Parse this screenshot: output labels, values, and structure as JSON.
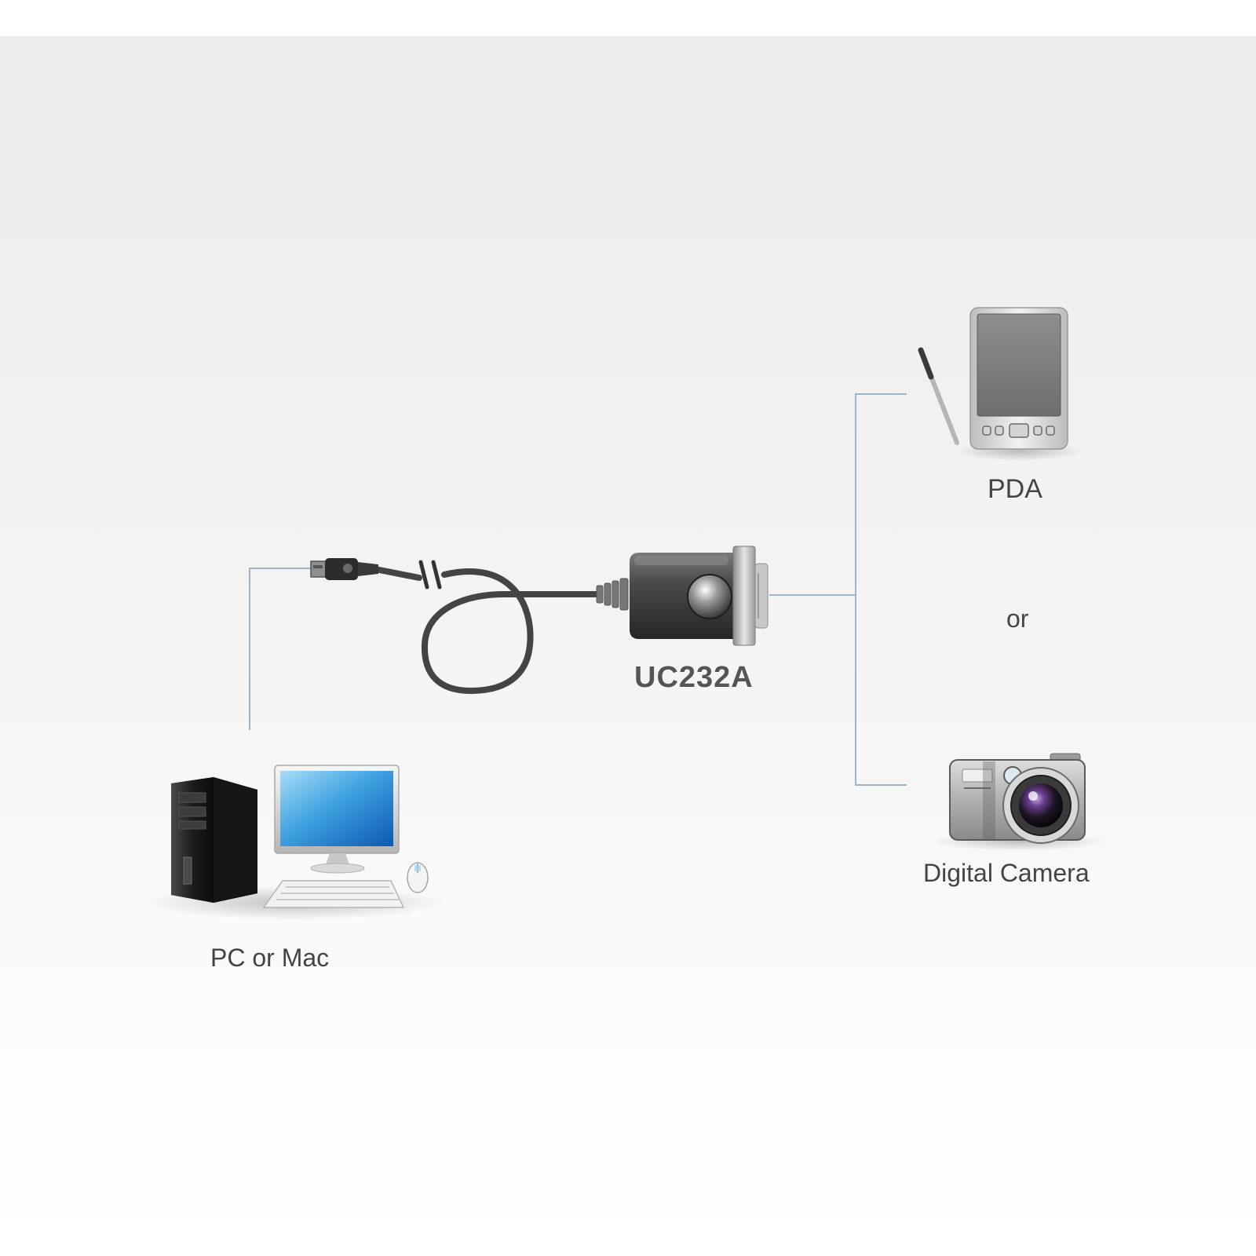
{
  "labels": {
    "adapter": "UC232A",
    "pda": "PDA",
    "or": "or",
    "camera": "Digital Camera",
    "pc": "PC or Mac"
  },
  "icons": {
    "computer": "desktop-computer-icon",
    "pda": "pda-icon",
    "camera": "digital-camera-icon",
    "adapter": "usb-to-serial-adapter-icon"
  },
  "colors": {
    "connector_line": "#9fb4c6",
    "cable": "#444444",
    "background_top": "#ececec",
    "background_bottom": "#ffffff"
  }
}
